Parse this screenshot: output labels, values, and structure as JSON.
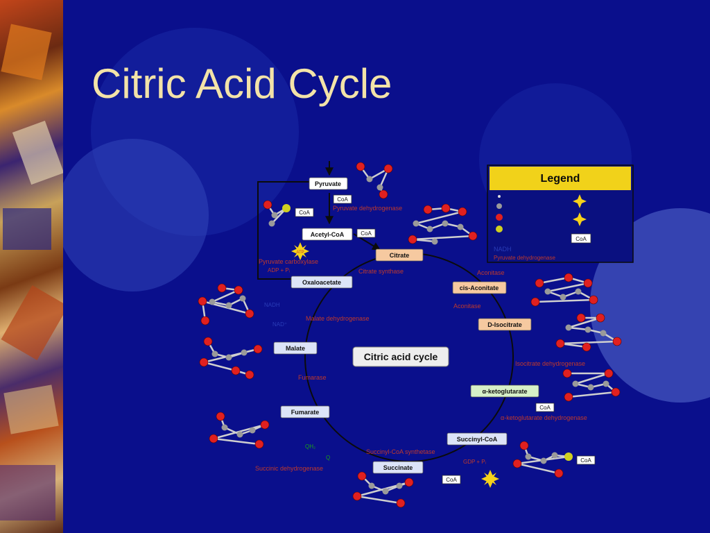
{
  "slide": {
    "title": "Citric Acid Cycle"
  },
  "diagram": {
    "center_label": "Citric acid cycle",
    "legend_title": "Legend",
    "metabolites": {
      "pyruvate": "Pyruvate",
      "acetyl_coa": "Acetyl-CoA",
      "citrate": "Citrate",
      "cis_aconitate": "cis-Aconitate",
      "d_isocitrate": "D-Isocitrate",
      "alpha_ketoglutarate": "α-ketoglutarate",
      "succinyl_coa": "Succinyl-CoA",
      "succinate": "Succinate",
      "fumarate": "Fumarate",
      "malate": "Malate",
      "oxaloacetate": "Oxaloacetate"
    },
    "enzymes": {
      "pyruvate_dehydrogenase": "Pyruvate dehydrogenase",
      "pyruvate_carboxylase": "Pyruvate carboxylase",
      "citrate_synthase": "Citrate synthase",
      "aconitase_1": "Aconitase",
      "aconitase_2": "Aconitase",
      "isocitrate_dehydrogenase": "Isocitrate dehydrogenase",
      "akg_dehydrogenase": "α-ketoglutarate dehydrogenase",
      "succinyl_coa_synthetase": "Succinyl-CoA synthetase",
      "succinic_dehydrogenase": "Succinic dehydrogenase",
      "fumarase": "Fumarase",
      "malate_dehydrogenase": "Malate dehydrogenase"
    },
    "cofactors": {
      "coa": "CoA",
      "nad": "NAD⁺",
      "nadh": "NADH",
      "atp": "ATP",
      "adp_pi": "ADP + Pᵢ",
      "gdp_pi": "GDP + Pᵢ",
      "qh2": "QH₂",
      "q": "Q"
    }
  },
  "colors": {
    "background": "#0a0f8c",
    "title": "#f3e3a8",
    "legend_bar": "#f1d21a",
    "arrow": "#0b0b0b",
    "enzyme_text": "#c0392b",
    "cofactor_text": "#2a3db8",
    "oxygen_atom": "#e02020",
    "carbon_atom": "#9a9a9a",
    "label_box": "#ffffff",
    "citrate_box": "#f6c9a0"
  }
}
